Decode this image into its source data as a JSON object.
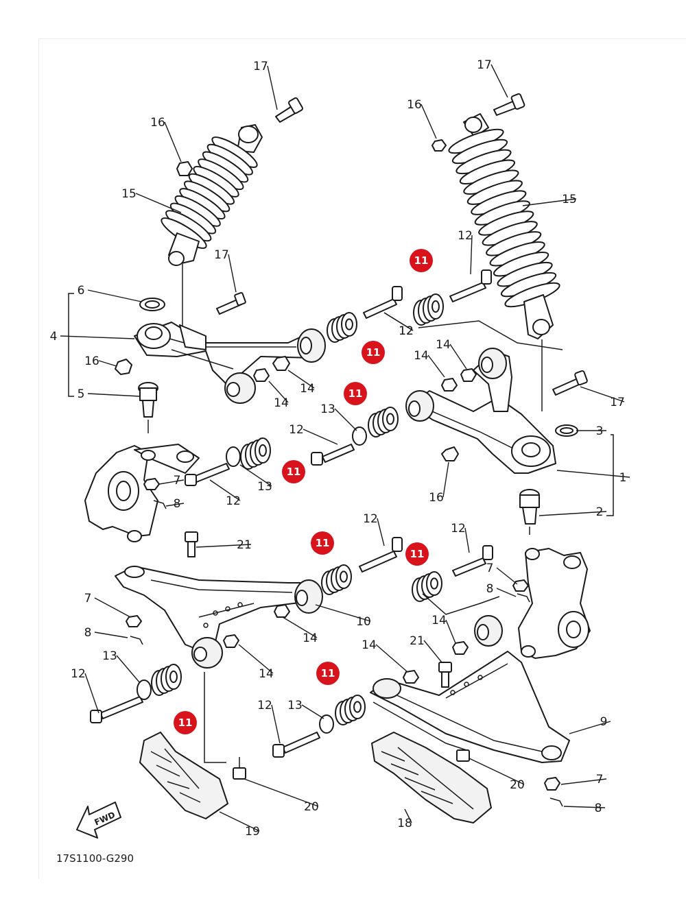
{
  "diagram": {
    "drawing_code": "17S1100-G290",
    "fwd_label": "FWD",
    "highlight_color": "#d8131b",
    "callouts": [
      {
        "id": "c17a",
        "text": "17"
      },
      {
        "id": "c16a",
        "text": "16"
      },
      {
        "id": "c15a",
        "text": "15"
      },
      {
        "id": "c17b",
        "text": "17"
      },
      {
        "id": "c6",
        "text": "6"
      },
      {
        "id": "c4",
        "text": "4"
      },
      {
        "id": "c16b",
        "text": "16"
      },
      {
        "id": "c5",
        "text": "5"
      },
      {
        "id": "c14a",
        "text": "14"
      },
      {
        "id": "c14b",
        "text": "14"
      },
      {
        "id": "c13a",
        "text": "13"
      },
      {
        "id": "c12a",
        "text": "12"
      },
      {
        "id": "c12b",
        "text": "12"
      },
      {
        "id": "c13b",
        "text": "13"
      },
      {
        "id": "c7a",
        "text": "7"
      },
      {
        "id": "c8a",
        "text": "8"
      },
      {
        "id": "c12c",
        "text": "12"
      },
      {
        "id": "c17c",
        "text": "17"
      },
      {
        "id": "c16c",
        "text": "16"
      },
      {
        "id": "c15b",
        "text": "15"
      },
      {
        "id": "c12d",
        "text": "12"
      },
      {
        "id": "c12e",
        "text": "12"
      },
      {
        "id": "c14c",
        "text": "14"
      },
      {
        "id": "c14d",
        "text": "14"
      },
      {
        "id": "c17d",
        "text": "17"
      },
      {
        "id": "c3",
        "text": "3"
      },
      {
        "id": "c1",
        "text": "1"
      },
      {
        "id": "c16d",
        "text": "16"
      },
      {
        "id": "c2",
        "text": "2"
      },
      {
        "id": "c21a",
        "text": "21"
      },
      {
        "id": "c7b",
        "text": "7"
      },
      {
        "id": "c8b",
        "text": "8"
      },
      {
        "id": "c10",
        "text": "10"
      },
      {
        "id": "c14e",
        "text": "14"
      },
      {
        "id": "c14f",
        "text": "14"
      },
      {
        "id": "c13c",
        "text": "13"
      },
      {
        "id": "c12f",
        "text": "12"
      },
      {
        "id": "c20a",
        "text": "20"
      },
      {
        "id": "c19",
        "text": "19"
      },
      {
        "id": "c12g",
        "text": "12"
      },
      {
        "id": "c12h",
        "text": "12"
      },
      {
        "id": "c7c",
        "text": "7"
      },
      {
        "id": "c8c",
        "text": "8"
      },
      {
        "id": "c14g",
        "text": "14"
      },
      {
        "id": "c21b",
        "text": "21"
      },
      {
        "id": "c14h",
        "text": "14"
      },
      {
        "id": "c13d",
        "text": "13"
      },
      {
        "id": "c12i",
        "text": "12"
      },
      {
        "id": "c9",
        "text": "9"
      },
      {
        "id": "c20b",
        "text": "20"
      },
      {
        "id": "c18",
        "text": "18"
      },
      {
        "id": "c7d",
        "text": "7"
      },
      {
        "id": "c8d",
        "text": "8"
      }
    ],
    "highlighted_callouts": [
      {
        "id": "h1",
        "text": "11"
      },
      {
        "id": "h2",
        "text": "11"
      },
      {
        "id": "h3",
        "text": "11"
      },
      {
        "id": "h4",
        "text": "11"
      },
      {
        "id": "h5",
        "text": "11"
      },
      {
        "id": "h6",
        "text": "11"
      },
      {
        "id": "h7",
        "text": "11"
      },
      {
        "id": "h8",
        "text": "11"
      }
    ]
  }
}
